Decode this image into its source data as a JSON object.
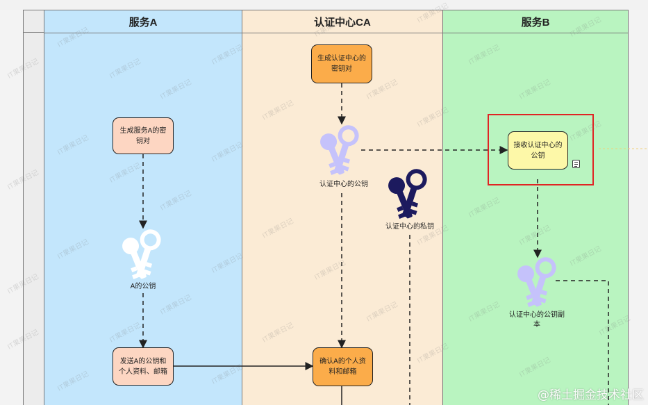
{
  "lanes": [
    {
      "title": "服务A",
      "color": "#c3e6fc"
    },
    {
      "title": "认证中心CA",
      "color": "#fbebd5"
    },
    {
      "title": "服务B",
      "color": "#b9f4c0"
    }
  ],
  "nodes": {
    "gen_ca_keys": "生成认证中心的密钥对",
    "gen_a_keys": "生成服务A的密钥对",
    "send_a_info": "发送A的公钥和个人资料、邮箱",
    "confirm_a_info": "确认A的个人资料和邮箱",
    "receive_ca_pub": "接收认证中心的公钥"
  },
  "keys": {
    "ca_public": "认证中心的公钥",
    "ca_private": "认证中心的私钥",
    "a_public": "A的公钥",
    "ca_public_copy": "认证中心的公钥副本"
  },
  "colors": {
    "orange_node": "#fbac4a",
    "salmon_node": "#fdd6c2",
    "yellow_node": "#fdf8a8",
    "ca_public_key": "#c5c2fb",
    "ca_private_key": "#1c1a5e",
    "a_public_key": "#ffffff",
    "highlight": "#e02424"
  },
  "watermark": "IT果果日记",
  "site_mark": "@稀土掘金技术社区"
}
